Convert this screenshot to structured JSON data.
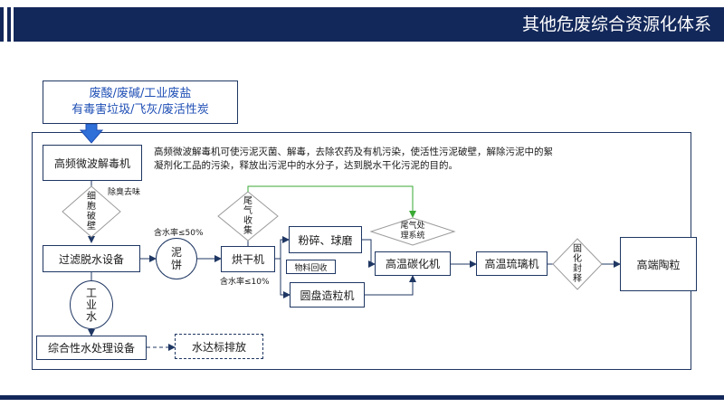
{
  "header": {
    "title": "其他危废综合资源化体系"
  },
  "input": {
    "line1": "废酸/废碱/工业废盐",
    "line2": "有毒害垃圾/飞灰/废活性炭"
  },
  "nodes": {
    "detox": "高频微波解毒机",
    "cell_break": "细\n胞\n破\n壁",
    "deodor": "除臭去味",
    "filter": "过滤脱水设备",
    "mudcake": "泥\n饼",
    "moisture1": "含水率≤50%",
    "dryer": "烘干机",
    "moisture2": "含水率≤10%",
    "tail_collect": "尾\n气\n收\n集",
    "crush": "粉碎、球磨",
    "recycle": "物料回收",
    "granulator": "圆盘造粒机",
    "tail_system": "尾气处\n理系统",
    "carbonize": "高温碳化机",
    "glaze": "高温琉璃机",
    "solidify": "固\n化\n封\n释",
    "ceramsite": "高端陶粒",
    "industrial_water": "工\n业\n水",
    "water_treat": "综合性水处理设备",
    "discharge": "水达标排放"
  },
  "description": "高频微波解毒机可使污泥灭菌、解毒，去除农药及有机污染，使活性污泥破壁，解除污泥中的絮凝剂化工品的污染，释放出污泥中的水分子，达到脱水干化污泥的目的。",
  "colors": {
    "navy": "#13285a",
    "line": "#1f3763",
    "accent_blue": "#1f4fb5",
    "arrow_blue": "#2f6fd8",
    "green": "#3aaa35"
  }
}
